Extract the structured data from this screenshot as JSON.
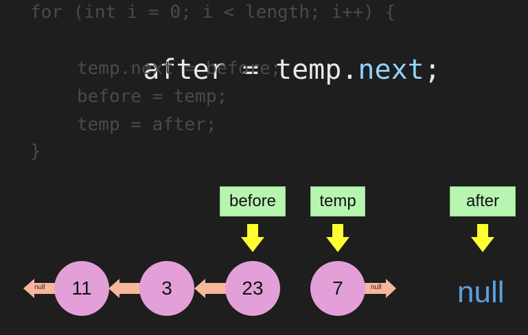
{
  "code": {
    "line1": "for (int i = 0; i < length; i++) {",
    "line2_before": "after = temp.",
    "line2_member": "next",
    "line2_after": ";",
    "line3": "temp.next = before;",
    "line4": "before = temp;",
    "line5": "temp = after;",
    "line6": "}"
  },
  "labels": {
    "before": "before",
    "temp": "temp",
    "after": "after"
  },
  "nodes": [
    "11",
    "3",
    "23",
    "7"
  ],
  "null_marks": {
    "left": "null",
    "right": "null",
    "after_value": "null"
  },
  "colors": {
    "background": "#1e1e1e",
    "code_dim": "#4a4a4a",
    "code_active": "#e8e8e8",
    "code_member": "#8fd3ff",
    "label_box": "#b7f5b0",
    "node": "#e3a0d8",
    "link_arrow": "#f7b79b",
    "pointer_arrow": "#ffff33",
    "null_text": "#5aa0df"
  }
}
